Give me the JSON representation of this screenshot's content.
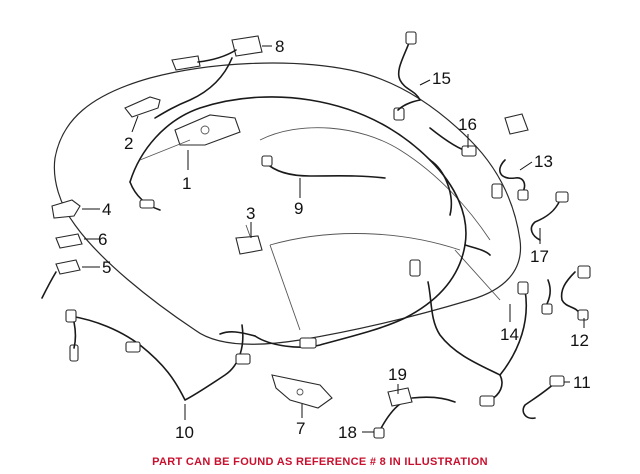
{
  "callouts": [
    {
      "id": "1",
      "label": "1"
    },
    {
      "id": "2",
      "label": "2"
    },
    {
      "id": "3",
      "label": "3"
    },
    {
      "id": "4",
      "label": "4"
    },
    {
      "id": "5",
      "label": "5"
    },
    {
      "id": "6",
      "label": "6"
    },
    {
      "id": "7",
      "label": "7"
    },
    {
      "id": "8",
      "label": "8"
    },
    {
      "id": "9",
      "label": "9"
    },
    {
      "id": "10",
      "label": "10"
    },
    {
      "id": "11",
      "label": "11"
    },
    {
      "id": "12",
      "label": "12"
    },
    {
      "id": "13",
      "label": "13"
    },
    {
      "id": "14",
      "label": "14"
    },
    {
      "id": "15",
      "label": "15"
    },
    {
      "id": "16",
      "label": "16"
    },
    {
      "id": "17",
      "label": "17"
    },
    {
      "id": "18",
      "label": "18"
    },
    {
      "id": "19",
      "label": "19"
    }
  ],
  "footer": {
    "text": "PART CAN BE FOUND AS REFERENCE # 8 IN ILLUSTRATION",
    "color": "#c8102e"
  }
}
